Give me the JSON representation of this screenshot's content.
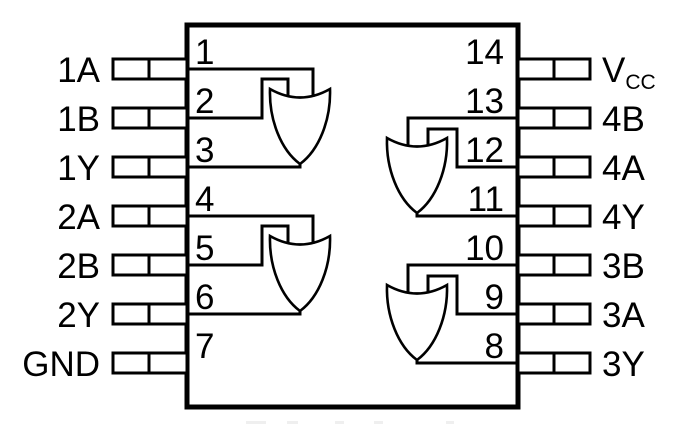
{
  "diagram": {
    "description": "14-pin IC pinout with four 2-input OR gates",
    "colors": {
      "line": "#000000",
      "background": "#ffffff"
    }
  },
  "pins": {
    "left": [
      {
        "number": "1",
        "label": "1A"
      },
      {
        "number": "2",
        "label": "1B"
      },
      {
        "number": "3",
        "label": "1Y"
      },
      {
        "number": "4",
        "label": "2A"
      },
      {
        "number": "5",
        "label": "2B"
      },
      {
        "number": "6",
        "label": "2Y"
      },
      {
        "number": "7",
        "label": "GND"
      }
    ],
    "right": [
      {
        "number": "14",
        "label_main": "V",
        "label_sub": "CC"
      },
      {
        "number": "13",
        "label": "4B"
      },
      {
        "number": "12",
        "label": "4A"
      },
      {
        "number": "11",
        "label": "4Y"
      },
      {
        "number": "10",
        "label": "3B"
      },
      {
        "number": "9",
        "label": "3A"
      },
      {
        "number": "8",
        "label": "3Y"
      }
    ]
  },
  "gates": [
    {
      "type": "OR",
      "inputs": [
        "pin 1",
        "pin 2"
      ],
      "output": "pin 3"
    },
    {
      "type": "OR",
      "inputs": [
        "pin 4",
        "pin 5"
      ],
      "output": "pin 6"
    },
    {
      "type": "OR",
      "inputs": [
        "pin 13",
        "pin 12"
      ],
      "output": "pin 11"
    },
    {
      "type": "OR",
      "inputs": [
        "pin 10",
        "pin 9"
      ],
      "output": "pin 8"
    }
  ]
}
